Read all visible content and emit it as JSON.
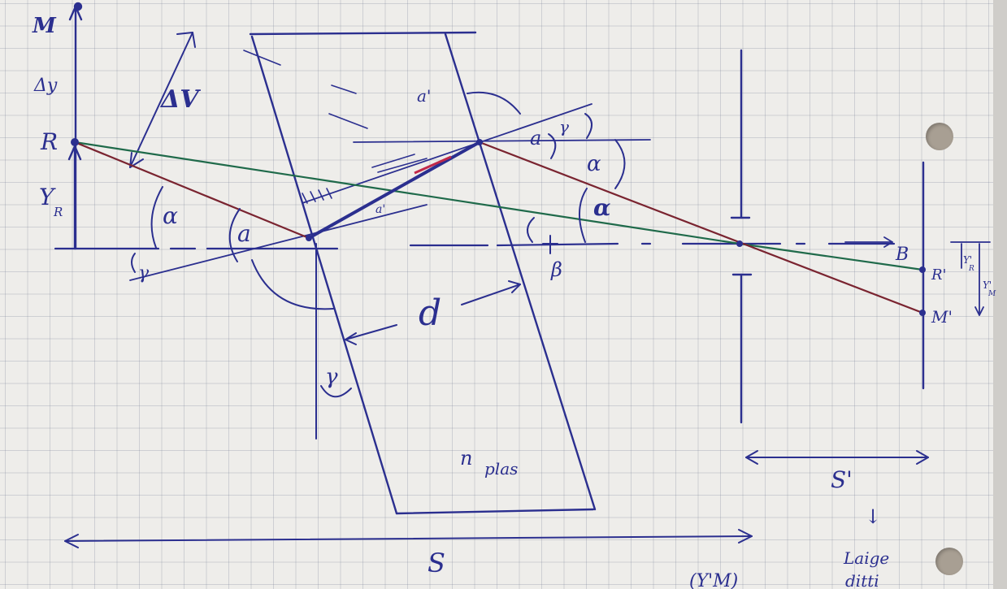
{
  "labels": {
    "M_top": "M",
    "delta_y": "Δy",
    "R": "R",
    "Y_R": "Y",
    "Y_R_sub": "R",
    "alpha_left": "α",
    "a_left": "a",
    "gamma_left": "γ",
    "delta_V": "ΔV",
    "a_prime_top": "a'",
    "a_prime_mid": "a'",
    "a_right": "a",
    "gamma_right": "γ",
    "alpha_right_upper": "α",
    "alpha_right_lower": "α",
    "beta_lower": "β",
    "B_right": "B",
    "d": "d",
    "gamma_bottom": "γ",
    "n_plas": "n",
    "n_plas_sub": "plas",
    "R_prime": "R'",
    "Y_R_prime": "Y'",
    "Y_R_prime_sub": "R",
    "Y_M_prime": "Y'",
    "Y_M_prime_sub": "M",
    "M_prime": "M'",
    "S_prime": "S'",
    "S": "S",
    "arrow_down": "↓",
    "largeur_line1": "Laige",
    "largeur_line2": "ditti",
    "bottom_fragment": "(Y'M)"
  },
  "colors": {
    "ink_blue": "#2b2f8f",
    "ray_green": "#1f6a4a",
    "ray_red": "#7a2430",
    "highlight_red": "#c0284a",
    "grid": "#9aa2b4",
    "paper": "#eeedea"
  }
}
